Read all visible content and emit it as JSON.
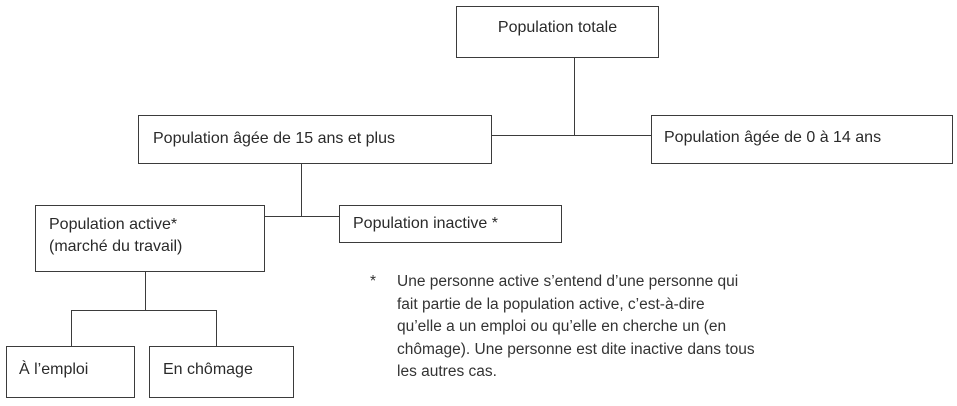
{
  "diagram": {
    "nodes": {
      "total": "Population totale",
      "age_15_plus": "Population âgée de 15 ans et plus",
      "age_0_14": "Population âgée de 0 à 14 ans",
      "active_line1": "Population active*",
      "active_line2": "(marché du travail)",
      "inactive": "Population inactive *",
      "emploi": "À l’emploi",
      "chomage": "En chômage"
    },
    "footnote": {
      "marker": "*",
      "text": "Une personne active s’entend d’une personne qui\nfait partie de la population active, c’est-à-dire\nqu’elle a un emploi ou qu’elle en cherche un (en\nchômage). Une personne est dite inactive dans tous\nles autres cas."
    }
  }
}
